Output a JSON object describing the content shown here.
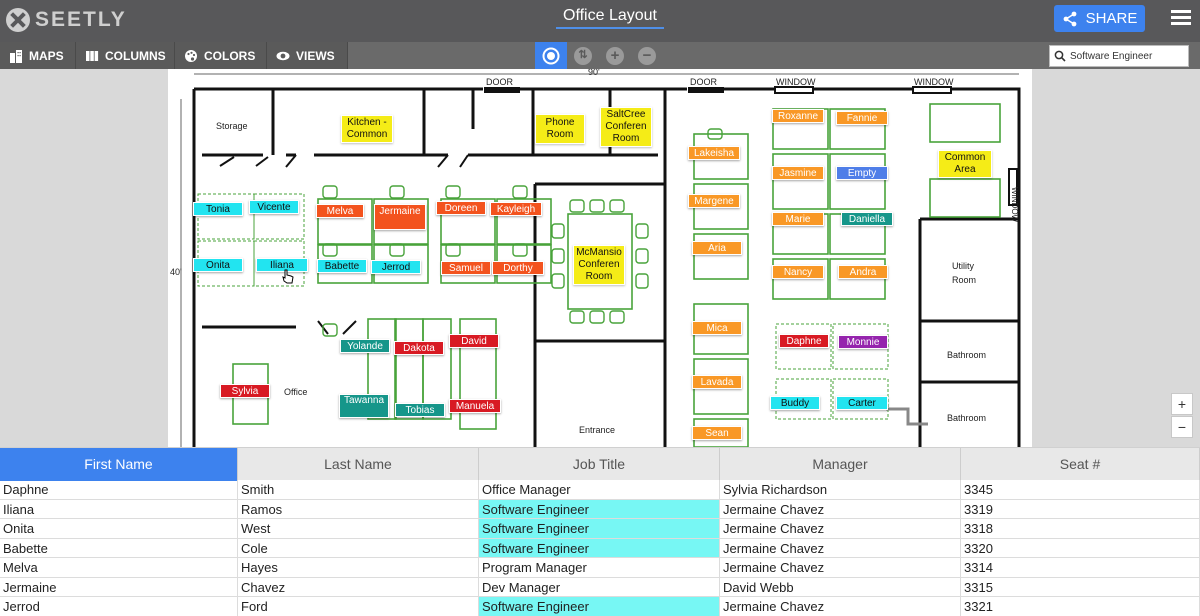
{
  "app": {
    "logo_text": "SEETLY",
    "doc_title": "Office Layout",
    "share_label": "SHARE"
  },
  "toolbar": {
    "maps_label": "MAPS",
    "columns_label": "COLUMNS",
    "colors_label": "COLORS",
    "views_label": "VIEWS",
    "search_value": "Software Engineer"
  },
  "floorplan": {
    "labels": {
      "dim": "90'",
      "side": "40'",
      "door1": "DOOR",
      "door2": "DOOR",
      "window1": "WINDOW",
      "window2": "WINDOW",
      "window_right": "WINDOW",
      "storage": "Storage",
      "office": "Office",
      "entrance": "Entrance",
      "utility": "Utility\nRoom",
      "bathroom1": "Bathroom",
      "bathroom2": "Bathroom"
    },
    "rooms": {
      "kitchen": "Kitchen -\nCommon",
      "phone": "Phone\nRoom",
      "saltcree": "SaltCree\nConferen\nRoom",
      "mcmansio": "McMansio\nConferen\nRoom",
      "common": "Common\nArea"
    },
    "seats": {
      "tonia": "Tonia",
      "vicente": "Vicente",
      "onita": "Onita",
      "iliana": "Iliana",
      "babette": "Babette",
      "jerrod": "Jerrod",
      "melva": "Melva",
      "jermaine": "Jermaine",
      "doreen": "Doreen",
      "kayleigh": "Kayleigh",
      "samuel": "Samuel",
      "dorthy": "Dorthy",
      "yolande": "Yolande",
      "dakota": "Dakota",
      "david": "David",
      "tawanna": "Tawanna",
      "tobias": "Tobias",
      "manuela": "Manuela",
      "sylvia": "Sylvia",
      "lakeisha": "Lakeisha",
      "margene": "Margene",
      "aria": "Aria",
      "mica": "Mica",
      "lavada": "Lavada",
      "sean": "Sean",
      "roxanne": "Roxanne",
      "fannie": "Fannie",
      "jasmine": "Jasmine",
      "empty": "Empty",
      "marie": "Marie",
      "daniella": "Daniella",
      "nancy": "Nancy",
      "andra": "Andra",
      "daphne": "Daphne",
      "monnie": "Monnie",
      "buddy": "Buddy",
      "carter": "Carter"
    }
  },
  "colors": {
    "cyan": "#22e4f0",
    "orange": "#f99826",
    "red_orange": "#f3531e",
    "red": "#d81a23",
    "teal": "#16968a",
    "blue": "#4f7ee8",
    "purple": "#9524ad",
    "room_yellow": "#f5ec17",
    "accent": "#3d82ee"
  },
  "icons": [
    "logo-icon",
    "share-icon",
    "menu-icon",
    "building-icon",
    "columns-icon",
    "palette-icon",
    "eye-icon",
    "target-icon",
    "swap-icon",
    "plus-icon",
    "minus-icon",
    "search-icon",
    "cursor-hand-icon"
  ],
  "table": {
    "headers": [
      "First Name",
      "Last Name",
      "Job Title",
      "Manager",
      "Seat #"
    ],
    "rows": [
      [
        "Daphne",
        "Smith",
        "Office Manager",
        "Sylvia Richardson",
        "3345"
      ],
      [
        "Iliana",
        "Ramos",
        "Software Engineer",
        "Jermaine Chavez",
        "3319"
      ],
      [
        "Onita",
        "West",
        "Software Engineer",
        "Jermaine Chavez",
        "3318"
      ],
      [
        "Babette",
        "Cole",
        "Software Engineer",
        "Jermaine Chavez",
        "3320"
      ],
      [
        "Melva",
        "Hayes",
        "Program Manager",
        "Jermaine Chavez",
        "3314"
      ],
      [
        "Jermaine",
        "Chavez",
        "Dev Manager",
        "David Webb",
        "3315"
      ],
      [
        "Jerrod",
        "Ford",
        "Software Engineer",
        "Jermaine Chavez",
        "3321"
      ]
    ]
  }
}
